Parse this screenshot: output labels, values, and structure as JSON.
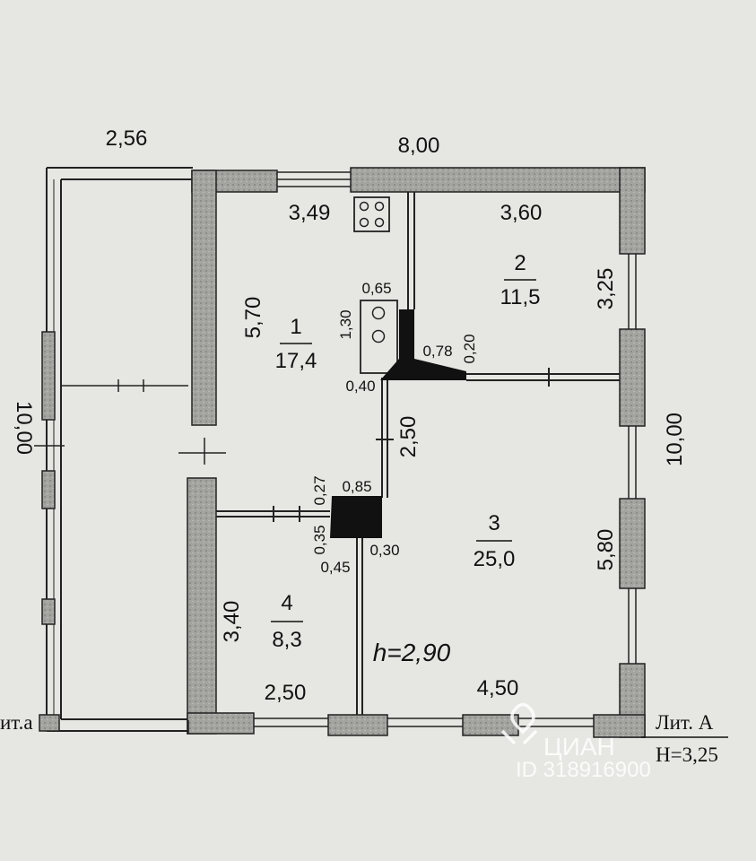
{
  "plan": {
    "dimensions": {
      "annex_width": "2,56",
      "house_width": "8,00",
      "annex_height": "10,00",
      "house_height": "10,00",
      "room1_top": "3,49",
      "room2_top": "3,60",
      "room1_left": "5,70",
      "room2_right": "3,25",
      "stove_width": "0,65",
      "stove_height": "1,30",
      "chimney": "0,78",
      "wall_a": "0,20",
      "wall_b": "0,40",
      "corridor": "2,50",
      "stove2_top": "0,85",
      "stove2_side": "0,27",
      "stove2_a": "0,35",
      "stove2_b": "0,45",
      "stove2_c": "0,30",
      "room3_right": "5,80",
      "room4_left": "3,40",
      "room4_bottom": "2,50",
      "room3_bottom": "4,50"
    },
    "rooms": [
      {
        "number": "1",
        "area": "17,4"
      },
      {
        "number": "2",
        "area": "11,5"
      },
      {
        "number": "3",
        "area": "25,0"
      },
      {
        "number": "4",
        "area": "8,3"
      }
    ],
    "ceiling_height": "h=2,90",
    "annex_label": "ит.а",
    "house_label": "Лит. А",
    "house_height_label": "Н=3,25"
  },
  "watermark": {
    "brand": "ЦИАН",
    "id": "ID 318916900"
  },
  "colors": {
    "background": "#e6e6e3",
    "wall_fill": "#9e9e9a",
    "line": "#222222"
  }
}
